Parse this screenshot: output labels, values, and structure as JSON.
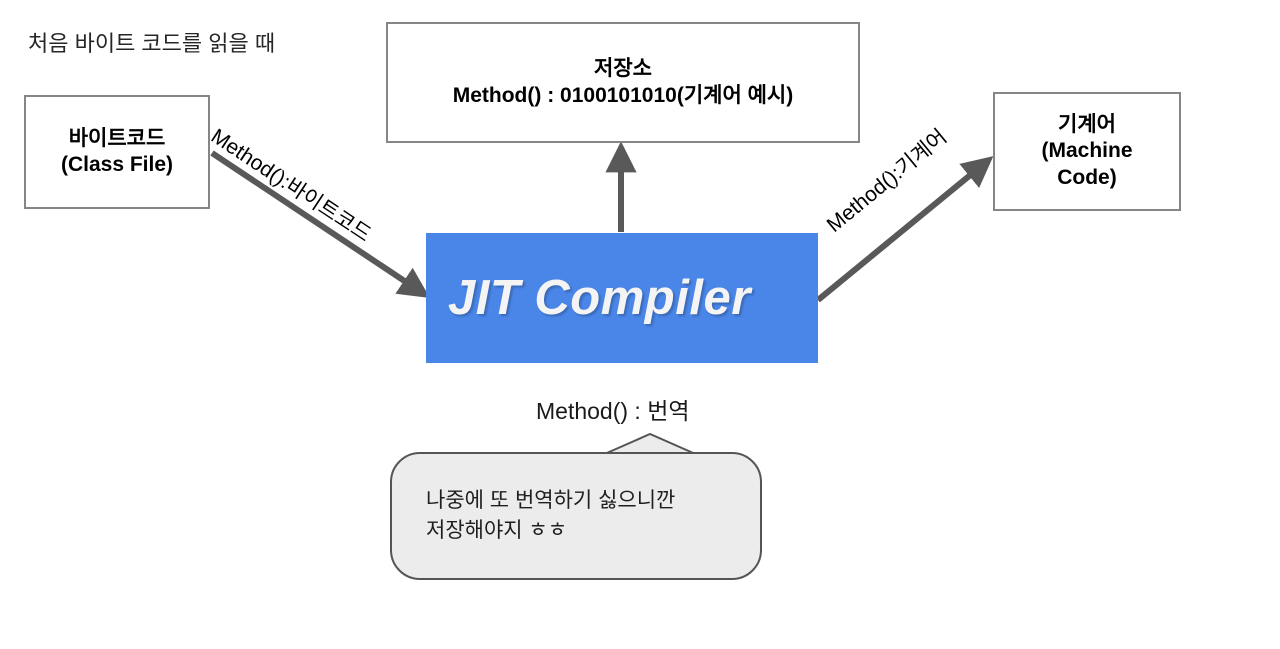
{
  "diagram": {
    "title": "처음 바이트 코드를 읽을 때",
    "background_color": "#ffffff",
    "accent_color": "#4a86e8",
    "arrow_color": "#595959",
    "box_border_color": "#868686",
    "bubble_fill_color": "#ececec",
    "bubble_border_color": "#555555"
  },
  "nodes": {
    "bytecode": {
      "line1": "바이트코드",
      "line2": "(Class File)"
    },
    "storage": {
      "line1": "저장소",
      "line2": "Method() : 0100101010(기계어 예시)"
    },
    "machine_code": {
      "line1": "기계어",
      "line2": "(Machine",
      "line3": "Code)"
    },
    "jit": {
      "label": "JIT Compiler"
    }
  },
  "edges": {
    "bytecode_to_jit": {
      "label": "Method():바이트코드"
    },
    "jit_to_machine_code": {
      "label": "Method():기계어"
    },
    "jit_to_storage": {
      "label": ""
    }
  },
  "labels": {
    "translate": "Method() : 번역"
  },
  "bubble": {
    "text": "나중에 또 번역하기 싫으니깐\n저장해야지  ㅎㅎ"
  }
}
